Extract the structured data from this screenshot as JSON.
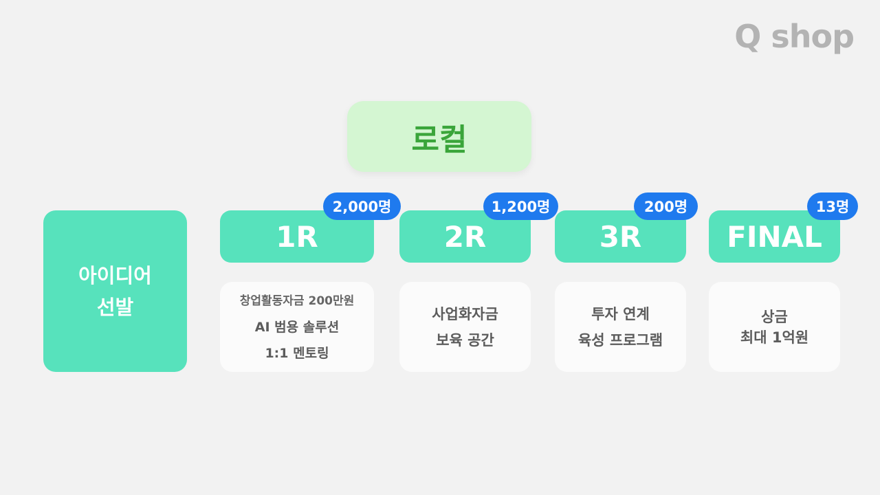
{
  "logo": "Q shop",
  "top": {
    "label": "로컬"
  },
  "left": {
    "line1": "아이디어",
    "line2": "선발"
  },
  "rounds": [
    {
      "name": "1R",
      "badge": "2,000명",
      "lines": [
        "창업활동자금 200만원",
        "AI 범용 솔루션",
        "1:1 멘토링"
      ]
    },
    {
      "name": "2R",
      "badge": "1,200명",
      "lines": [
        "사업화자금",
        "보육 공간"
      ]
    },
    {
      "name": "3R",
      "badge": "200명",
      "lines": [
        "투자 연계",
        "육성 프로그램"
      ]
    },
    {
      "name": "FINAL",
      "badge": "13명",
      "lines": [
        "상금",
        "최대 1억원"
      ]
    }
  ],
  "colors": {
    "background": "#f2f2f2",
    "mint": "#57e2bc",
    "badge_blue": "#1f7aee",
    "top_green_bg": "#d4f6d2",
    "top_green_text": "#3aa53a",
    "card_bg": "#fbfbfb",
    "logo_gray": "#b3b3b3"
  }
}
